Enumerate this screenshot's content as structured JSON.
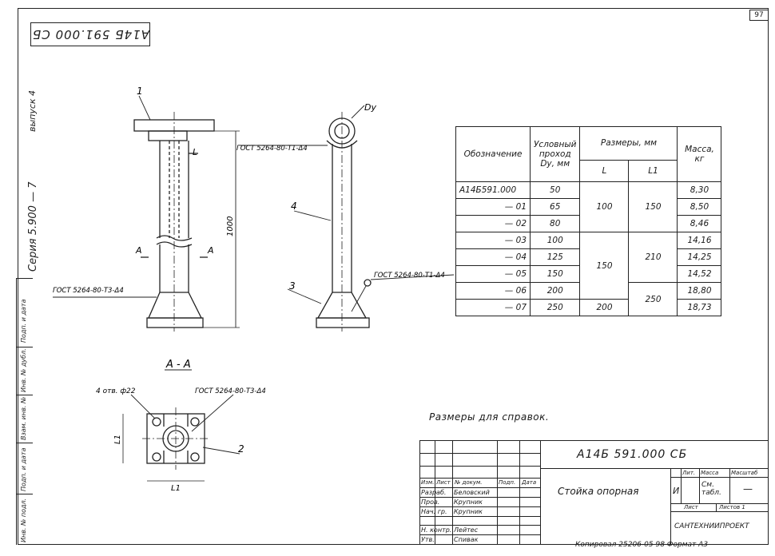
{
  "page_number": "97",
  "doc_code_top": "А14Б 591.000 СБ",
  "side": {
    "series": "Серия 5.900 — 7",
    "issue": "выпуск 4",
    "cells": [
      "Подп. и дата",
      "Инв. № дубл.",
      "Взам. инв. №",
      "Подп. и дата",
      "Инв. № подл."
    ]
  },
  "drawing": {
    "pos1": "1",
    "pos2": "2",
    "pos3": "3",
    "pos4": "4",
    "dim_L": "L",
    "dim_1000": "1000",
    "section_A_left": "A",
    "section_A_right": "A",
    "weld_left": "ГОСТ 5264-80-Т3-Δ4",
    "weld_top": "ГОСТ 5264-80-Т1-Δ4",
    "weld_right": "ГОСТ 5264-80-Т1-Δ4",
    "dy_label": "Dу",
    "section_title": "A - A",
    "holes_label": "4 отв. ф22",
    "weld_section": "ГОСТ 5264-80-Т3-Δ4",
    "dim_L1_vert": "L1",
    "dim_L1_horiz": "L1"
  },
  "table": {
    "headers": {
      "designation": "Обозначение",
      "dn": "Условный проход Dу, мм",
      "sizes": "Размеры, мм",
      "L": "L",
      "L1": "L1",
      "mass": "Масса, кг"
    },
    "rows": [
      {
        "des": "А14Б591.000",
        "dn": "50",
        "mass": "8,30"
      },
      {
        "des": "— 01",
        "dn": "65",
        "mass": "8,50"
      },
      {
        "des": "— 02",
        "dn": "80",
        "mass": "8,46"
      },
      {
        "des": "— 03",
        "dn": "100",
        "mass": "14,16"
      },
      {
        "des": "— 04",
        "dn": "125",
        "mass": "14,25"
      },
      {
        "des": "— 05",
        "dn": "150",
        "mass": "14,52"
      },
      {
        "des": "— 06",
        "dn": "200",
        "mass": "18,80"
      },
      {
        "des": "— 07",
        "dn": "250",
        "mass": "18,73"
      }
    ],
    "L_groups": [
      "100",
      "150",
      "200"
    ],
    "L1_groups": [
      "150",
      "210",
      "250"
    ]
  },
  "note": "Размеры для справок.",
  "titleblock": {
    "code": "А14Б  591.000 СБ",
    "name": "Стойка опорная",
    "lit_h": "Лит.",
    "mass_h": "Масса",
    "scale_h": "Масштаб",
    "lit": "И",
    "mass": "См. табл.",
    "scale": "—",
    "sheet_h": "Лист",
    "sheets_h": "Листов 1",
    "org": "САНТЕХНИИПРОЕКТ",
    "cols": [
      "Изм.",
      "Лист",
      "№ докум.",
      "Подп.",
      "Дата"
    ],
    "roles": [
      {
        "role": "Разраб.",
        "name": "Беловский"
      },
      {
        "role": "Пров.",
        "name": "Крупник"
      },
      {
        "role": "Нач. гр.",
        "name": "Крупник"
      },
      {
        "role": "Н. контр.",
        "name": "Лейтес"
      },
      {
        "role": "Утв.",
        "name": "Спивак"
      }
    ]
  },
  "copy_line": "Копировал 25206-05  98  Формат А3"
}
